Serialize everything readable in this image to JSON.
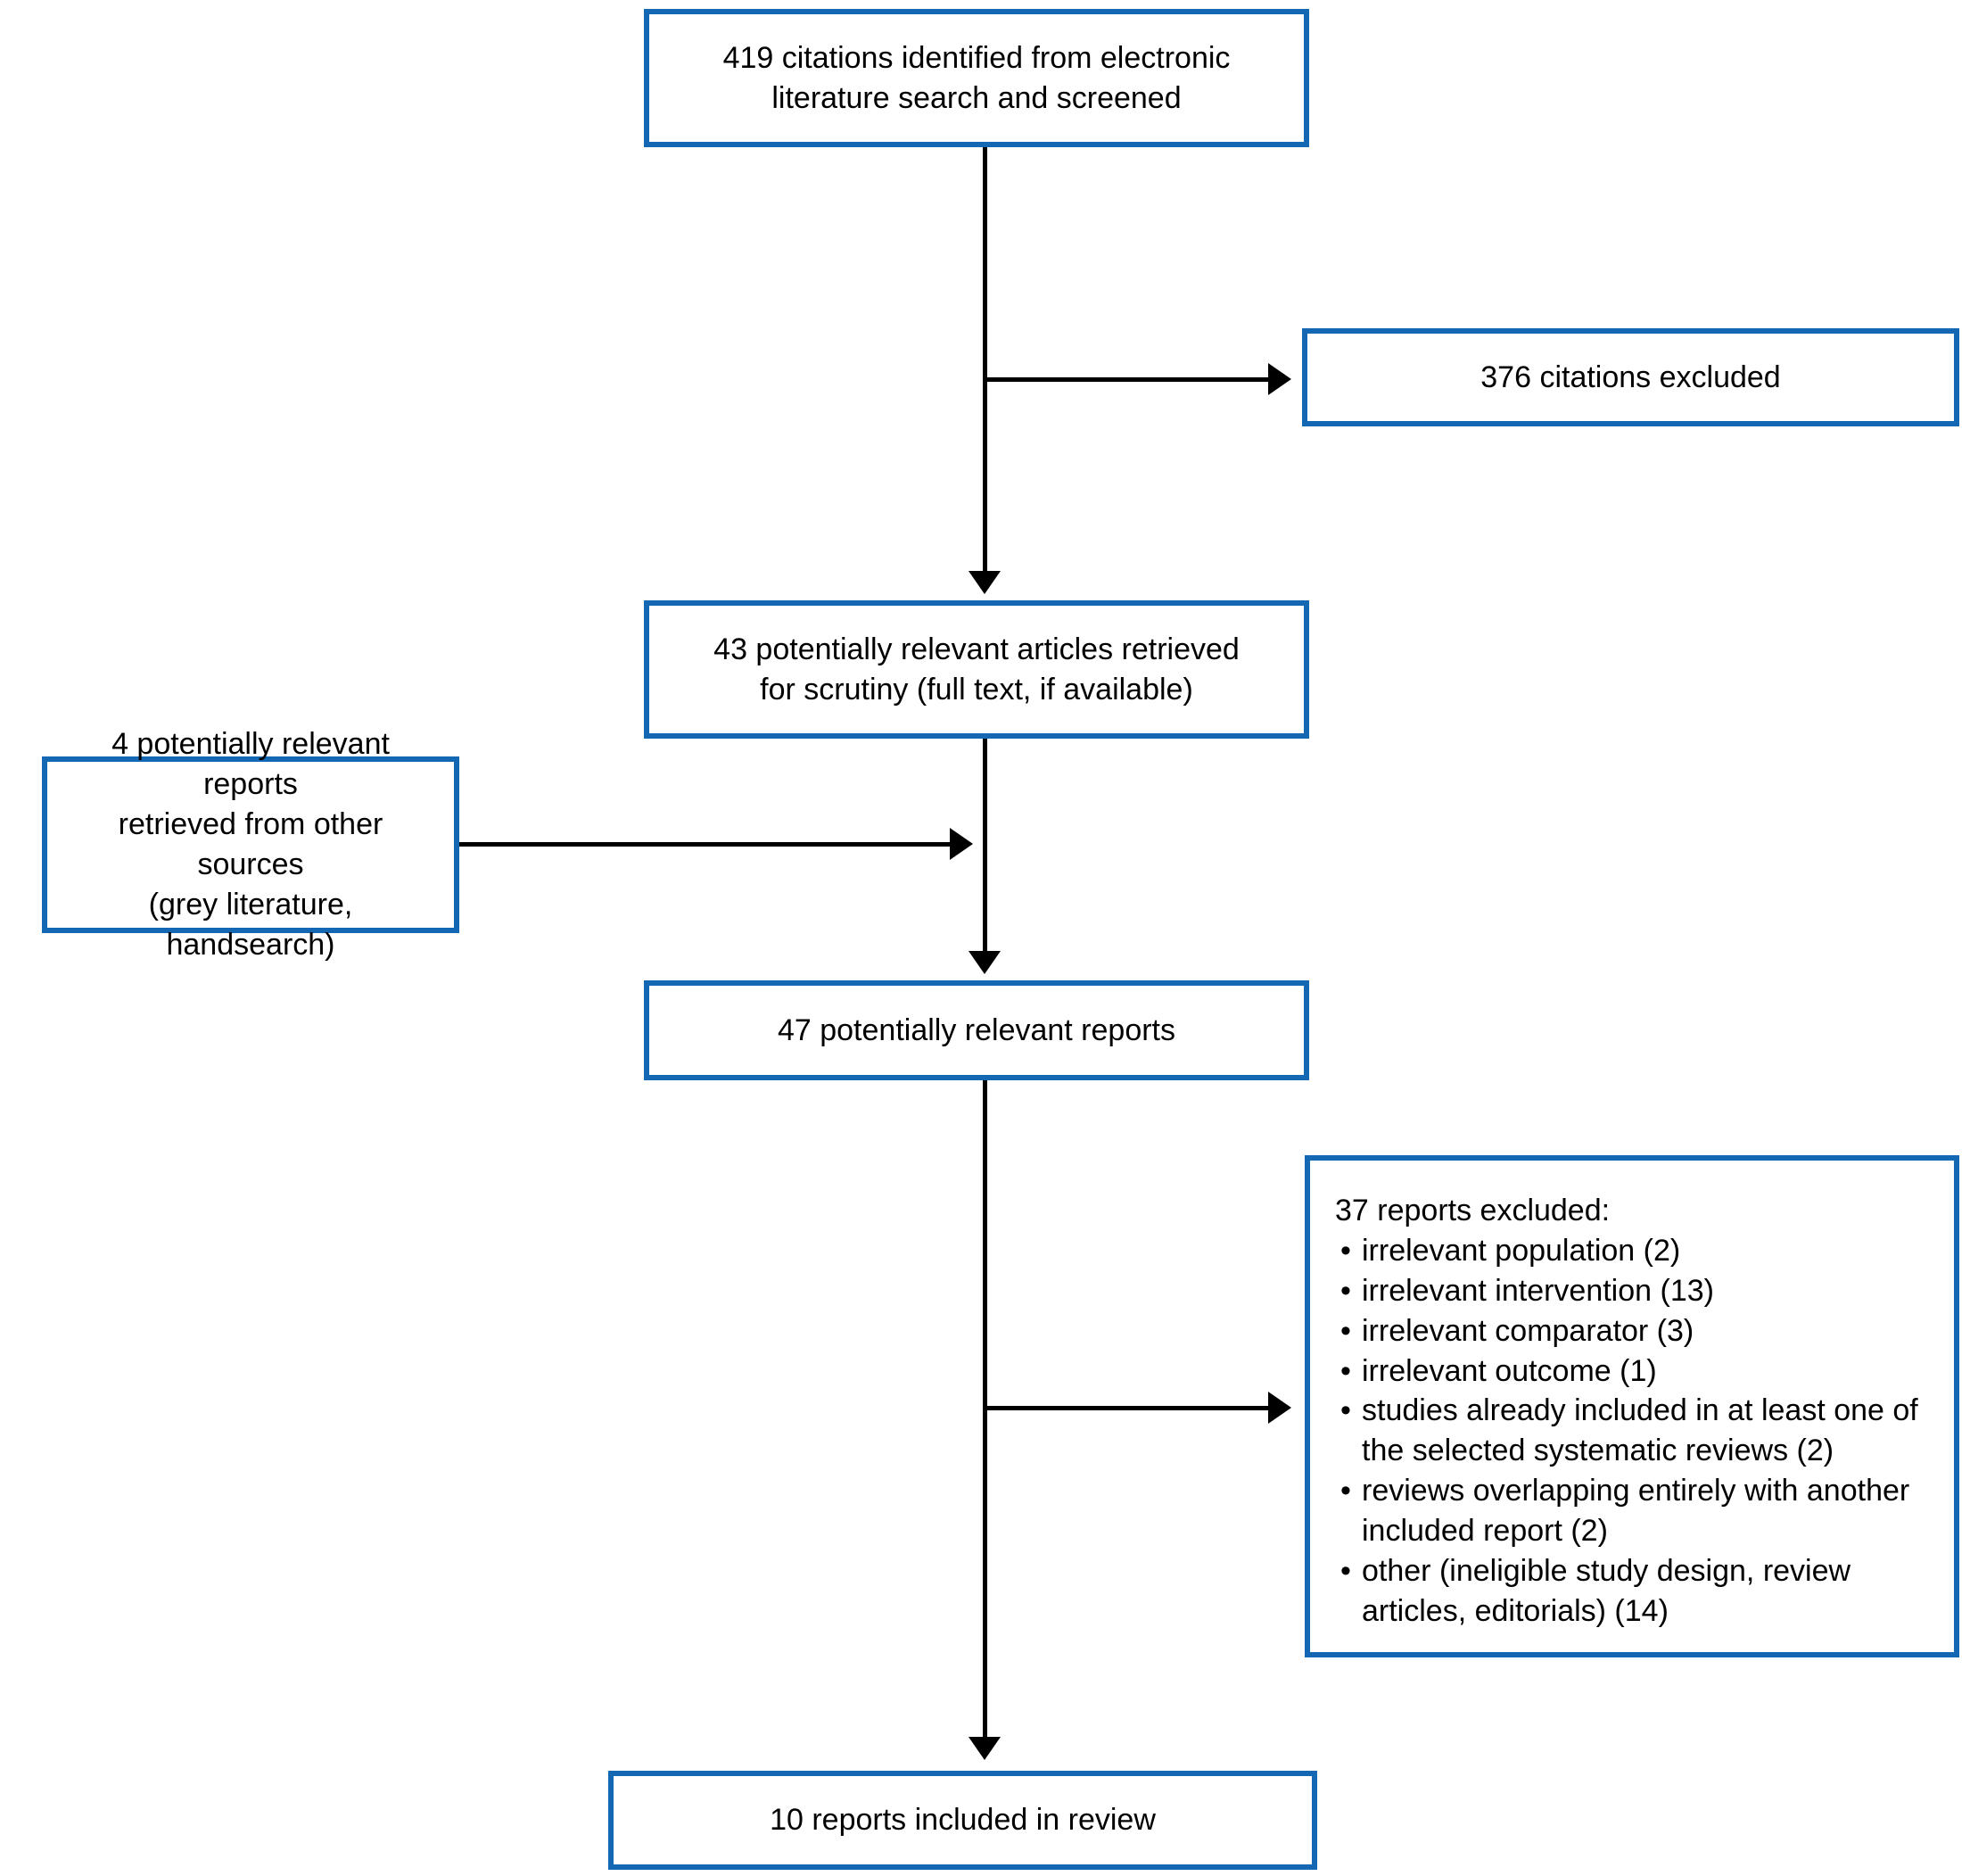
{
  "boxes": {
    "identified": {
      "lines": [
        "419 citations identified from electronic",
        "literature search and screened"
      ]
    },
    "excluded_citations": {
      "text": "376 citations excluded"
    },
    "retrieved": {
      "lines": [
        "43 potentially relevant articles retrieved",
        "for scrutiny (full text, if available)"
      ]
    },
    "other_sources": {
      "lines": [
        "4 potentially relevant reports",
        "retrieved from other sources",
        "(grey literature, handsearch)"
      ]
    },
    "relevant_reports": {
      "text": "47 potentially relevant reports"
    },
    "excluded_reports": {
      "header": "37 reports excluded:",
      "items": [
        "irrelevant population (2)",
        "irrelevant intervention (13)",
        "irrelevant comparator (3)",
        "irrelevant outcome (1)",
        "studies already included in at least one of the selected systematic reviews (2)",
        "reviews overlapping entirely with another included report (2)",
        "other (ineligible study design, review articles, editorials) (14)"
      ]
    },
    "included": {
      "text": "10 reports included in review"
    }
  },
  "colors": {
    "box_border": "#1467b2",
    "arrow": "#000000",
    "text": "#000000",
    "background": "#ffffff"
  }
}
